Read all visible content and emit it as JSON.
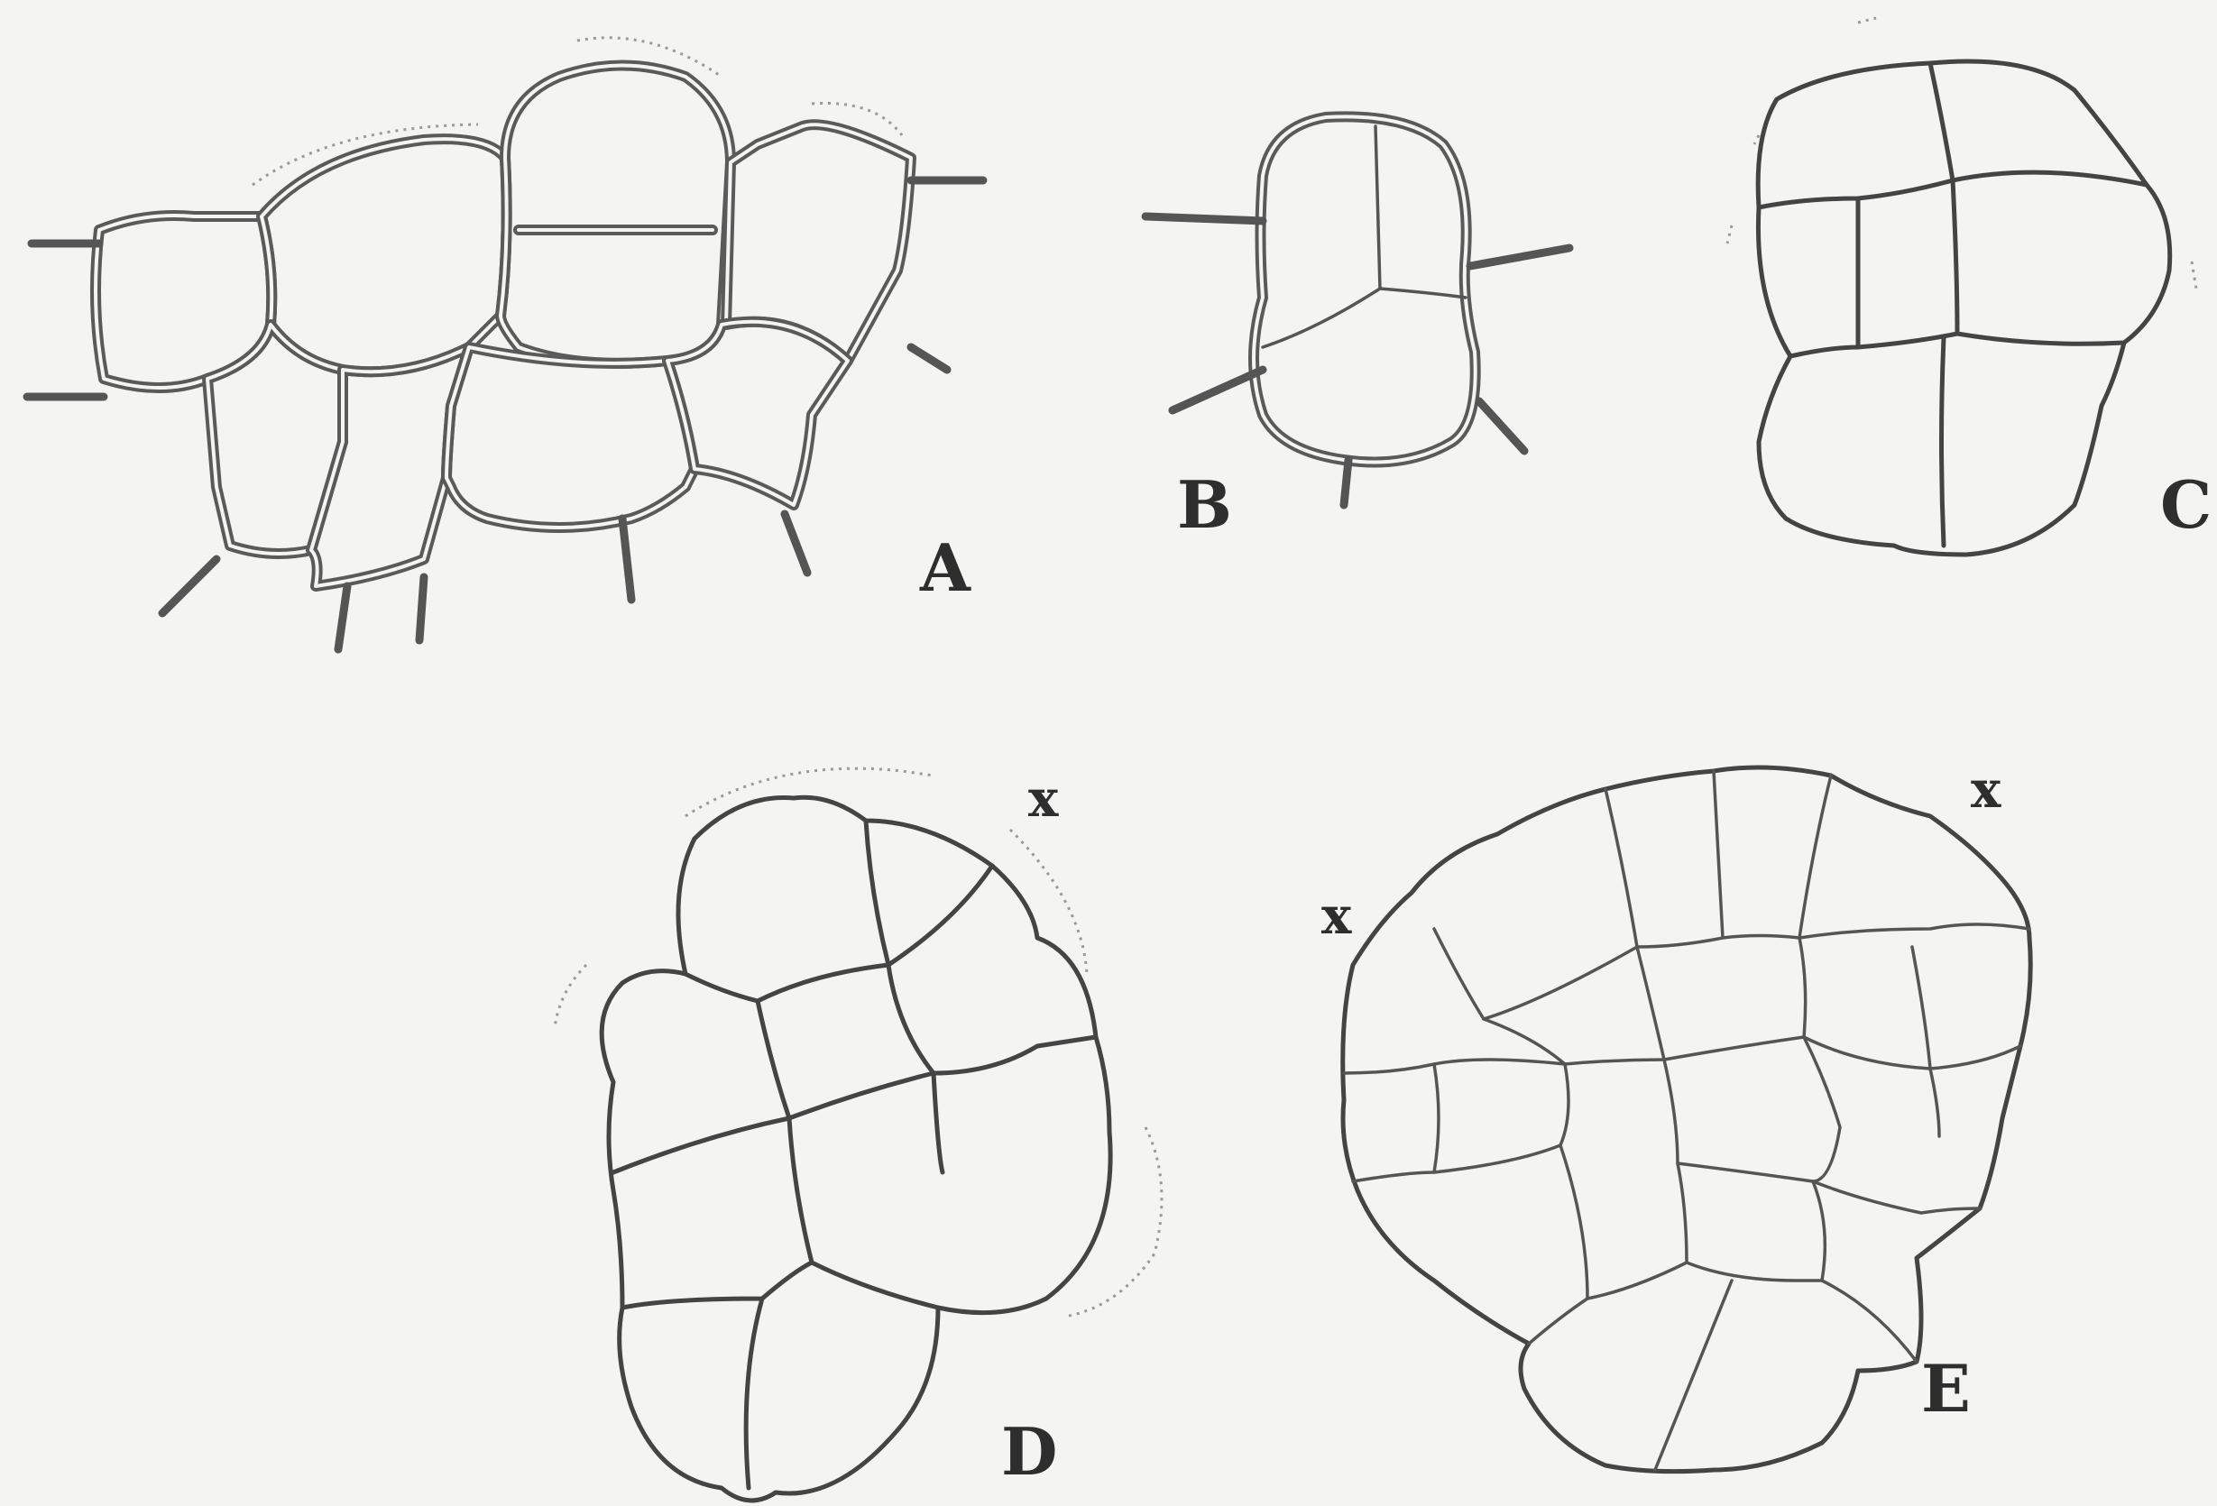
{
  "labels": {
    "a": "A",
    "b": "B",
    "c": "C",
    "d": "D",
    "e": "E",
    "x_d": "x",
    "x_e_left": "x",
    "x_e_right": "x"
  }
}
